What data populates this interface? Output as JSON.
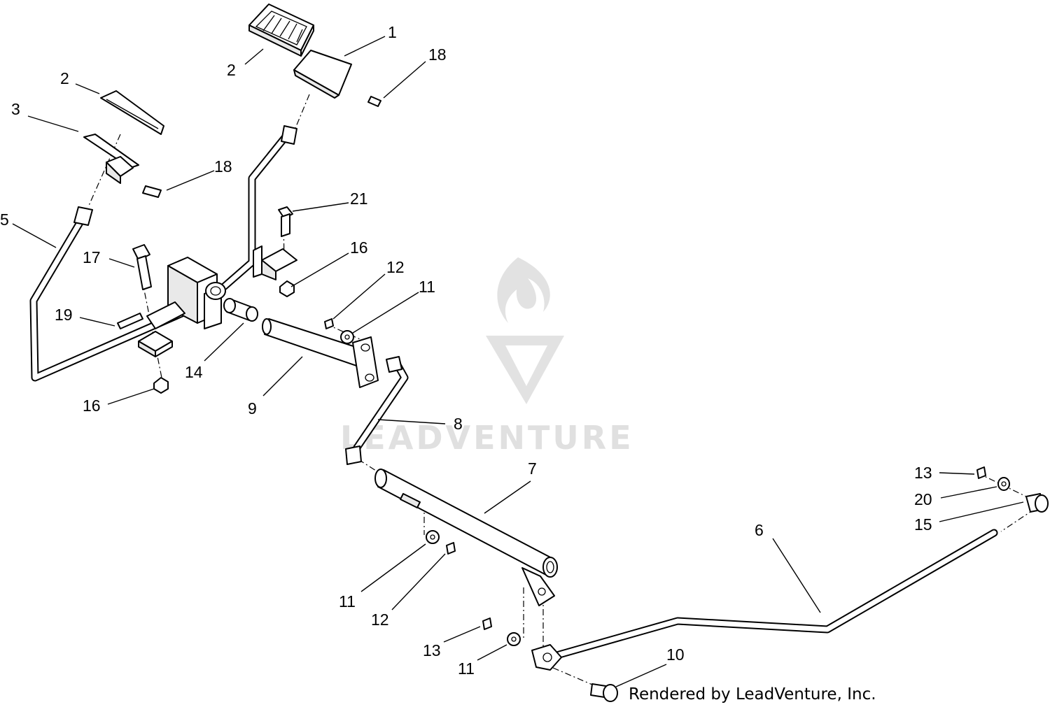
{
  "watermark": {
    "text": "LEADVENTURE",
    "logo_icon": "flame-v-logo"
  },
  "credit": "Rendered by LeadVenture, Inc.",
  "callouts": [
    {
      "id": "c1",
      "label": "1"
    },
    {
      "id": "c2a",
      "label": "2"
    },
    {
      "id": "c2b",
      "label": "2"
    },
    {
      "id": "c3",
      "label": "3"
    },
    {
      "id": "c5",
      "label": "5"
    },
    {
      "id": "c18a",
      "label": "18"
    },
    {
      "id": "c18b",
      "label": "18"
    },
    {
      "id": "c21",
      "label": "21"
    },
    {
      "id": "c16a",
      "label": "16"
    },
    {
      "id": "c16b",
      "label": "16"
    },
    {
      "id": "c17",
      "label": "17"
    },
    {
      "id": "c19",
      "label": "19"
    },
    {
      "id": "c12a",
      "label": "12"
    },
    {
      "id": "c11a",
      "label": "11"
    },
    {
      "id": "c14",
      "label": "14"
    },
    {
      "id": "c9",
      "label": "9"
    },
    {
      "id": "c8",
      "label": "8"
    },
    {
      "id": "c7",
      "label": "7"
    },
    {
      "id": "c6",
      "label": "6"
    },
    {
      "id": "c13a",
      "label": "13"
    },
    {
      "id": "c20",
      "label": "20"
    },
    {
      "id": "c15",
      "label": "15"
    },
    {
      "id": "c11b",
      "label": "11"
    },
    {
      "id": "c12b",
      "label": "12"
    },
    {
      "id": "c13b",
      "label": "13"
    },
    {
      "id": "c11c",
      "label": "11"
    },
    {
      "id": "c10",
      "label": "10"
    }
  ]
}
